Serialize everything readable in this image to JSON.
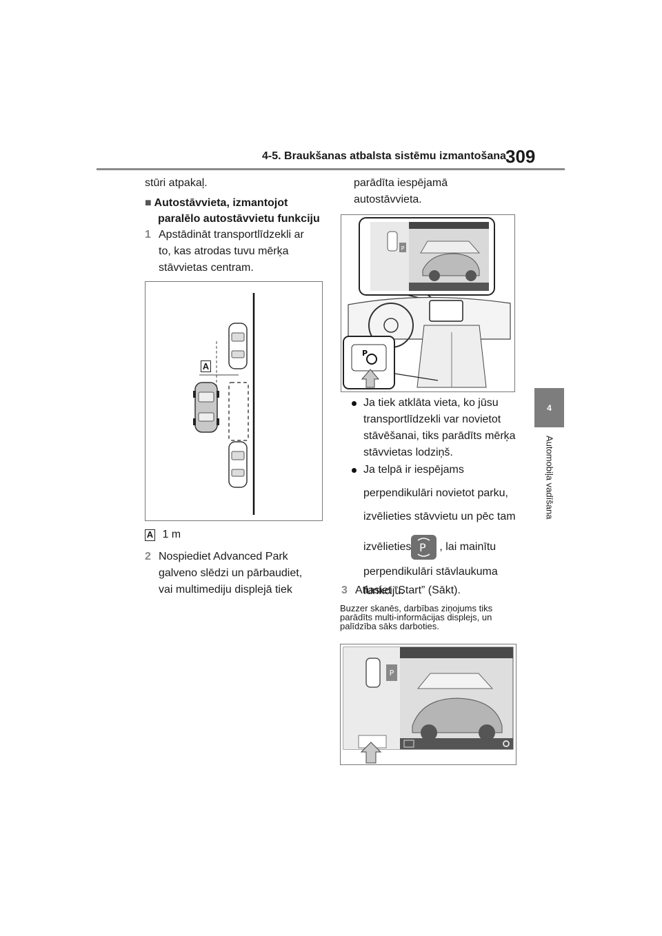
{
  "header": {
    "section_title": "4-5. Braukšanas atbalsta sistēmu izmantošana",
    "page_number": "309"
  },
  "side_tab": {
    "chapter_number": "4",
    "chapter_title": "Automobiļa vadīšana"
  },
  "left_column": {
    "continuation": "stūri atpakaļ.",
    "heading_marker": "■",
    "heading_line1": "Autostāvvieta, izmantojot",
    "heading_line2": "paralēlo autostāvvietu funkciju",
    "step1_num": "1",
    "step1_lines": [
      "Apstādināt transportlīdzekli ar",
      "to, kas atrodas tuvu mērķa",
      "stāvvietas centram."
    ],
    "figure1_label": "A",
    "legend_label": "A",
    "legend_text": "1 m",
    "step2_num": "2",
    "step2_lines": [
      "Nospiediet Advanced Park",
      "galveno slēdzi un pārbaudiet,",
      "vai multimediju displejā tiek"
    ]
  },
  "right_column": {
    "continuation_lines": [
      "parādīta iespējamā",
      "autostāvvieta."
    ],
    "bullet1_lines": [
      "Ja tiek atklāta vieta, ko jūsu",
      "transportlīdzekli var novietot",
      "stāvēšanai, tiks parādīts mērķa",
      "stāvvietas lodziņš."
    ],
    "bullet2_line1": "Ja telpā ir iespējams",
    "bullet2_line2": "perpendikulāri novietot parku,",
    "bullet2_line3": "izvēlieties stāvvietu un pēc tam",
    "bullet2_pre_icon": "izvēlieties",
    "bullet2_post_icon": ", lai mainītu",
    "bullet2_line5": "perpendikulāri stāvlaukuma",
    "bullet2_line6": "funkciju.",
    "step3_num": "3",
    "step3_text": "Atlasiet “Start” (Sākt).",
    "note_lines": [
      "Buzzer skanēs, darbības ziņojums tiks",
      "parādīts multi-informācijas displejs, un",
      "palīdzība sāks darboties."
    ],
    "icon_names": {
      "parking_switch": "parking-mode-switch-icon",
      "settings": "gear-icon",
      "p_marker": "p-letter-icon"
    },
    "p_glyph": "P"
  },
  "colors": {
    "tab_gray": "#7d7d7d",
    "rule_gray": "#8a8a8a",
    "step_num_gray": "#888888"
  }
}
